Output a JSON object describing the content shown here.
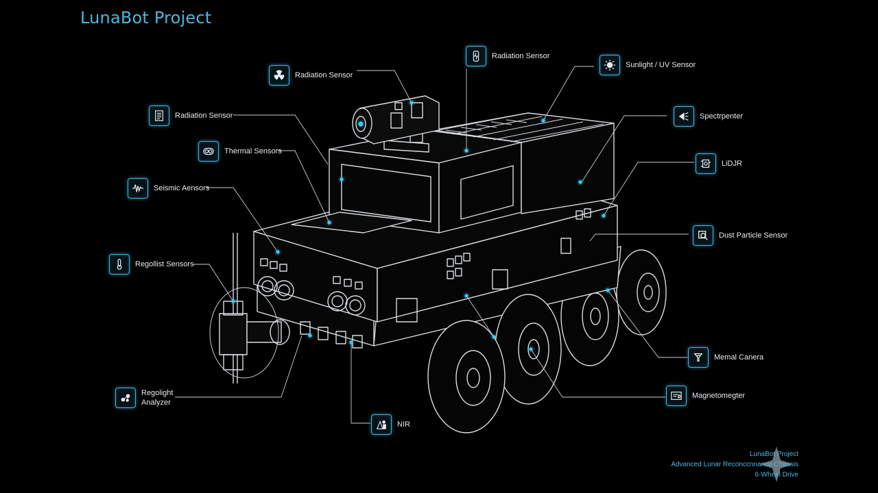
{
  "header": {
    "title": "LunaBot Project"
  },
  "callouts": {
    "radiation_top": "Radiation Sensor",
    "radiation_mid": "Radiation Sensor",
    "radiation_left": "Radiation Sensor",
    "thermal": "Thermal Sensors",
    "seismic": "Seismic Aensors",
    "regolith_sensors": "Regollist Sensors",
    "regolith_analyzer_line1": "Regolight",
    "regolith_analyzer_line2": "Analyzer",
    "nir": "NIR",
    "sunlight": "Sunlight / UV Sensor",
    "spectrometer": "Spectrpenter",
    "lidar": "LiDJR",
    "dust": "Dust Particle Sensor",
    "thermal_camera": "Memal Canera",
    "magnetometer": "Magnetomegter"
  },
  "footer": {
    "line1": "LunaBot Project",
    "line2": "Advanced Lunar Reconccnnance Chassis",
    "line3": "6-Wheel Drive"
  },
  "colors": {
    "accent": "#43b6de",
    "wireframe": "#d8dde2",
    "background": "#000000"
  }
}
